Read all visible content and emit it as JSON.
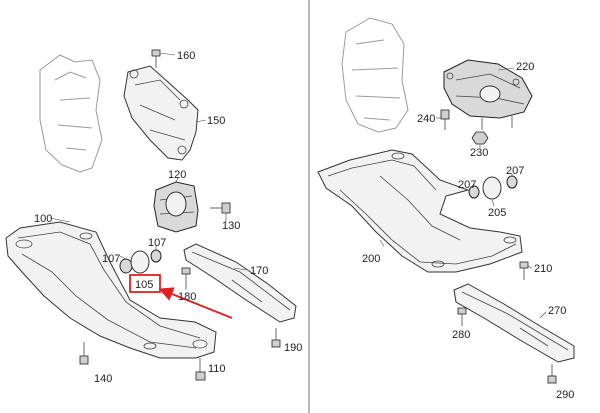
{
  "left_panel": {
    "labels": {
      "p100": "100",
      "p105": "105",
      "p107a": "107",
      "p107b": "107",
      "p110": "110",
      "p120": "120",
      "p130": "130",
      "p140": "140",
      "p150": "150",
      "p160": "160",
      "p170": "170",
      "p180": "180",
      "p190": "190"
    }
  },
  "right_panel": {
    "labels": {
      "p200": "200",
      "p205": "205",
      "p207a": "207",
      "p207b": "207",
      "p210": "210",
      "p220": "220",
      "p230": "230",
      "p240": "240",
      "p270": "270",
      "p280": "280",
      "p290": "290"
    }
  },
  "colors": {
    "highlight": "#e02020",
    "line": "#333333",
    "divider": "#888888"
  }
}
